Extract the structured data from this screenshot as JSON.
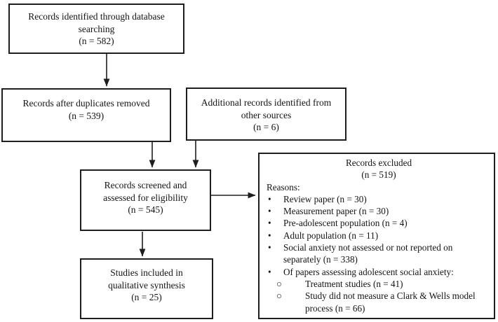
{
  "glyphs": {
    "disc": "•",
    "circle": "○"
  },
  "boxes": {
    "identified": {
      "line1": "Records identified through database",
      "line2": "searching",
      "count": "(n = 582)"
    },
    "deduplicated": {
      "line1": "Records after duplicates removed",
      "count": "(n = 539)"
    },
    "additional": {
      "line1": "Additional records identified from",
      "line2": "other sources",
      "count": "(n = 6)"
    },
    "screened": {
      "line1": "Records screened and",
      "line2": "assessed for eligibility",
      "count": "(n = 545)"
    },
    "included": {
      "line1": "Studies included in",
      "line2": "qualitative synthesis",
      "count": "(n = 25)"
    },
    "excluded": {
      "title": "Records excluded",
      "count": "(n = 519)",
      "reasons_label": "Reasons:",
      "bullets": [
        "Review paper (n = 30)",
        "Measurement paper (n = 30)",
        "Pre-adolescent population (n = 4)",
        "Adult population (n = 11)",
        "Social anxiety not assessed or not reported on separately (n = 338)",
        "Of papers assessing adolescent social anxiety:"
      ],
      "sub_bullets": [
        "Treatment studies (n = 41)",
        "Study did not measure a Clark & Wells model process (n = 66)"
      ]
    }
  },
  "edges": [
    {
      "from": "identified",
      "to": "deduplicated"
    },
    {
      "from": "deduplicated",
      "to": "screened"
    },
    {
      "from": "additional",
      "to": "screened"
    },
    {
      "from": "screened",
      "to": "included"
    },
    {
      "from": "screened",
      "to": "excluded"
    }
  ]
}
